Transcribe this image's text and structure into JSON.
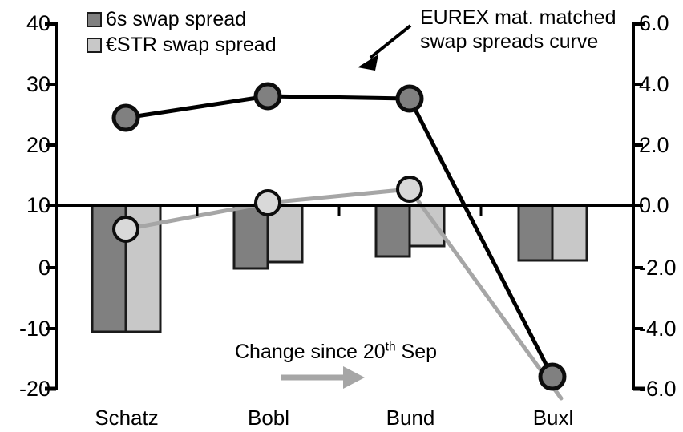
{
  "chart_data": {
    "type": "bar",
    "title": "",
    "subtitle": "",
    "xlabel": "",
    "ylabel_left": "",
    "ylabel_right": "",
    "categories": [
      "Schatz",
      "Bobl",
      "Bund",
      "Buxl"
    ],
    "left_axis": {
      "ticks": [
        "40",
        "30",
        "20",
        "10",
        "0",
        "-10",
        "-20"
      ],
      "values": [
        40,
        30,
        20,
        10,
        0,
        -10,
        -20
      ],
      "ylim": [
        -20,
        40
      ]
    },
    "right_axis": {
      "ticks": [
        "6.0",
        "4.0",
        "2.0",
        "0.0",
        "-2.0",
        "-4.0",
        "-6.0"
      ],
      "values": [
        6.0,
        4.0,
        2.0,
        0.0,
        -2.0,
        -4.0,
        -6.0
      ],
      "ylim": [
        -6.0,
        6.0
      ]
    },
    "zero_line_left_value": 10,
    "grid": false,
    "legend_position": "top-left",
    "series": [
      {
        "name": "6s swap spread",
        "type": "bar",
        "axis": "right",
        "color": "#808080",
        "values": [
          -4.05,
          -2.0,
          -1.65,
          -1.8
        ]
      },
      {
        "name": "€STR swap spread",
        "type": "bar",
        "axis": "right",
        "color": "#c8c8c8",
        "values": [
          -4.05,
          -1.9,
          -1.3,
          -1.8
        ]
      },
      {
        "name": "EUREX mat. matched swap spreads curve",
        "type": "line",
        "axis": "left",
        "color": "#000000",
        "marker_fill": "#808080",
        "values": [
          24.4,
          27.9,
          27.4,
          -17.8
        ]
      },
      {
        "name": "Change since 20th Sep",
        "type": "line",
        "axis": "left",
        "color": "#a6a6a6",
        "marker_fill": "#d9d9d9",
        "values": [
          6.1,
          10.5,
          12.7,
          -19.5
        ]
      }
    ],
    "annotations": [
      {
        "id": "eurex",
        "line1": "EUREX mat. matched",
        "line2": "swap spreads curve",
        "arrow": "diagonal-down-left",
        "color": "#000000"
      },
      {
        "id": "change",
        "text_before": "Change since 20",
        "superscript": "th",
        "text_after": " Sep",
        "arrow": "right",
        "color": "#a6a6a6"
      }
    ]
  },
  "legend": {
    "items": [
      {
        "label": "6s swap spread",
        "color": "#808080"
      },
      {
        "label": "€STR swap spread",
        "color": "#c8c8c8"
      }
    ]
  },
  "axes": {
    "left_ticks": [
      "40",
      "30",
      "20",
      "10",
      "0",
      "-10",
      "-20"
    ],
    "right_ticks": [
      "6.0",
      "4.0",
      "2.0",
      "0.0",
      "-2.0",
      "-4.0",
      "-6.0"
    ],
    "category_labels": [
      "Schatz",
      "Bobl",
      "Bund",
      "Buxl"
    ]
  },
  "annotations": {
    "eurex_line1": "EUREX mat. matched",
    "eurex_line2": "swap spreads curve",
    "change_before": "Change since 20",
    "change_sup": "th",
    "change_after": " Sep"
  },
  "colors": {
    "dark_bar": "#808080",
    "light_bar": "#c8c8c8",
    "black_line": "#000000",
    "grey_line": "#a6a6a6",
    "grey_marker": "#d9d9d9",
    "axis": "#000000"
  }
}
